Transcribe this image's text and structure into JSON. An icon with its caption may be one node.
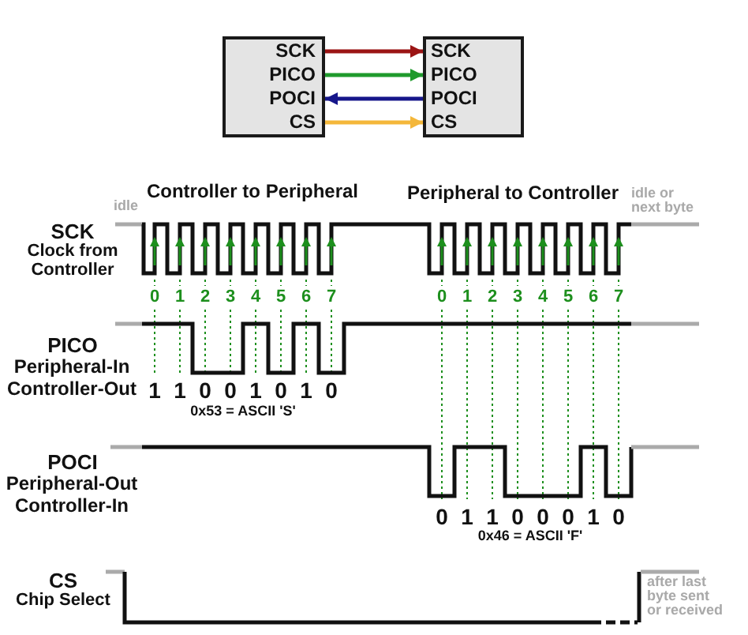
{
  "diagram": {
    "nodes": [
      {
        "text": [],
        "shape": "box"
      },
      {
        "text": [
          "SCK"
        ],
        "in": 0
      },
      {
        "text": [
          "PICO"
        ],
        "in": 0
      },
      {
        "text": [
          "POCI"
        ],
        "in": 0
      },
      {
        "text": [
          "CS"
        ],
        "in": 0
      },
      {
        "text": [],
        "shape": "box"
      },
      {
        "text": [
          "SCK"
        ],
        "in": 5
      },
      {
        "text": [
          "PICO"
        ],
        "in": 5
      },
      {
        "text": [
          "POCI"
        ],
        "in": 5
      },
      {
        "text": [
          "CS"
        ],
        "in": 5
      }
    ],
    "edges": [
      {
        "from": 1,
        "to": 6,
        "arrow": "to",
        "color": "#9b1414"
      },
      {
        "from": 2,
        "to": 7,
        "arrow": "to",
        "color": "#1f9a2c"
      },
      {
        "from": 8,
        "to": 3,
        "arrow": "to",
        "color": "#16168a"
      },
      {
        "from": 4,
        "to": 9,
        "arrow": "to",
        "color": "#f4b73a"
      }
    ],
    "labels": [
      "Controller to Peripheral",
      "Peripheral to Controller",
      "idle",
      "idle or next byte",
      "SCK",
      "Clock from Controller",
      "0",
      "1",
      "2",
      "3",
      "4",
      "5",
      "6",
      "7",
      "0",
      "1",
      "2",
      "3",
      "4",
      "5",
      "6",
      "7",
      "PICO",
      "Peripheral-In Controller-Out",
      "1",
      "1",
      "0",
      "0",
      "1",
      "0",
      "1",
      "0",
      "0x53 = ASCII 'S'",
      "POCI",
      "Peripheral-Out Controller-In",
      "0",
      "1",
      "1",
      "0",
      "0",
      "0",
      "1",
      "0",
      "0x46 = ASCII 'F'",
      "CS",
      "Chip Select",
      "after last byte sent or received"
    ]
  }
}
